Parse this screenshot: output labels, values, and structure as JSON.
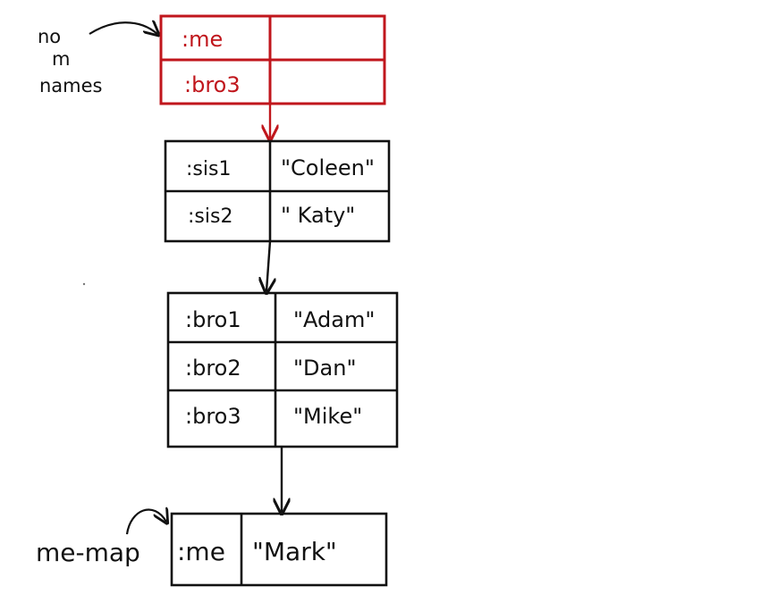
{
  "colors": {
    "ink": "#111111",
    "red": "#c0161c"
  },
  "annotations": {
    "no_names_lines": [
      "no",
      "m",
      "names"
    ],
    "me_map": "me-map"
  },
  "tables": {
    "top": {
      "rows": [
        {
          "key": ":me",
          "value": ""
        },
        {
          "key": ":bro3",
          "value": ""
        }
      ]
    },
    "sisters": {
      "rows": [
        {
          "key": ":sis1",
          "value": "\"Coleen\""
        },
        {
          "key": ":sis2",
          "value": "\" Katy\""
        }
      ]
    },
    "brothers": {
      "rows": [
        {
          "key": ":bro1",
          "value": "\"Adam\""
        },
        {
          "key": ":bro2",
          "value": "\"Dan\""
        },
        {
          "key": ":bro3",
          "value": "\"Mike\""
        }
      ]
    },
    "me": {
      "rows": [
        {
          "key": ":me",
          "value": "\"Mark\""
        }
      ]
    }
  }
}
